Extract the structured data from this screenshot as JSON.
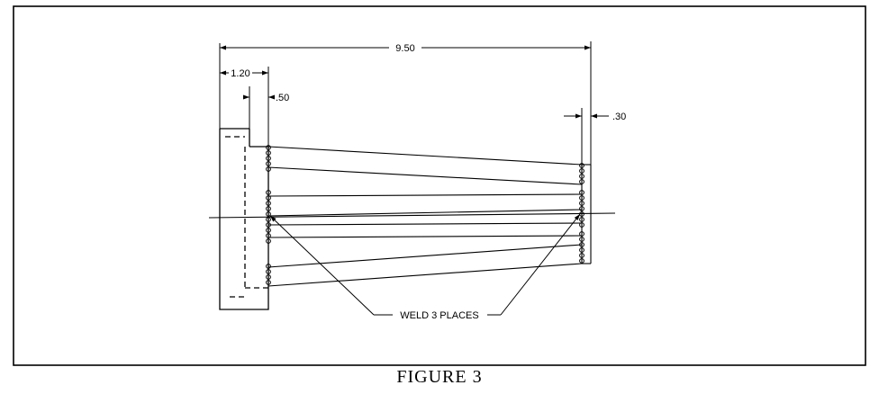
{
  "figure": {
    "caption": "FIGURE 3"
  },
  "dimensions": {
    "overall_length": "9.50",
    "flange_length": "1.20",
    "flange_offset": ".50",
    "end_offset": ".30"
  },
  "annotations": {
    "weld_note": "WELD 3 PLACES"
  }
}
